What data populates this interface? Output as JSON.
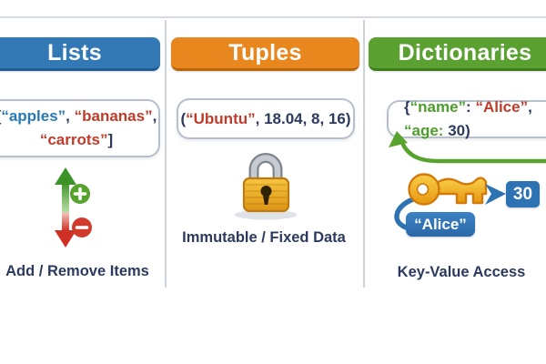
{
  "palette": {
    "navy": "#2c3a5e",
    "code_red": "#c13b2a",
    "code_blue": "#2879b5",
    "code_green": "#4f9d2d",
    "header_blue": "#3379b6",
    "header_blue_edge": "#1f5c90",
    "header_orange": "#e8871e",
    "header_orange_edge": "#b9650c",
    "header_green": "#5aa132",
    "header_green_edge": "#3f7d1b",
    "accent_blue": "#2d73b4",
    "arrow_green": "#58a22e",
    "plus_green": "#56a32c",
    "minus_red": "#d23a2c"
  },
  "columns": {
    "lists": {
      "title": "Lists",
      "code_lines": [
        [
          {
            "t": "[",
            "c": "navy"
          },
          {
            "t": "“apples”",
            "c": "blue"
          },
          {
            "t": ", ",
            "c": "navy"
          },
          {
            "t": "“bananas”",
            "c": "red"
          },
          {
            "t": ",",
            "c": "navy"
          }
        ],
        [
          {
            "t": "“carrots”",
            "c": "red"
          },
          {
            "t": "]",
            "c": "navy"
          }
        ]
      ],
      "caption": "Add / Remove Items"
    },
    "tuples": {
      "title": "Tuples",
      "code_lines": [
        [
          {
            "t": "(",
            "c": "navy"
          },
          {
            "t": "“Ubuntu”",
            "c": "red"
          },
          {
            "t": ", 18.04, 8, 16)",
            "c": "navy"
          }
        ]
      ],
      "caption": "Immutable / Fixed Data"
    },
    "dictionaries": {
      "title": "Dictionaries",
      "code_lines": [
        [
          {
            "t": "{",
            "c": "navy"
          },
          {
            "t": "“name”",
            "c": "green"
          },
          {
            "t": ": ",
            "c": "navy"
          },
          {
            "t": "“Alice”",
            "c": "red"
          },
          {
            "t": ", ",
            "c": "navy"
          },
          {
            "t": "“age:",
            "c": "green"
          },
          {
            "t": " 30)",
            "c": "navy"
          }
        ]
      ],
      "caption": "Key-Value Access",
      "key_badge": "“Alice”",
      "value_badge": "30"
    }
  }
}
